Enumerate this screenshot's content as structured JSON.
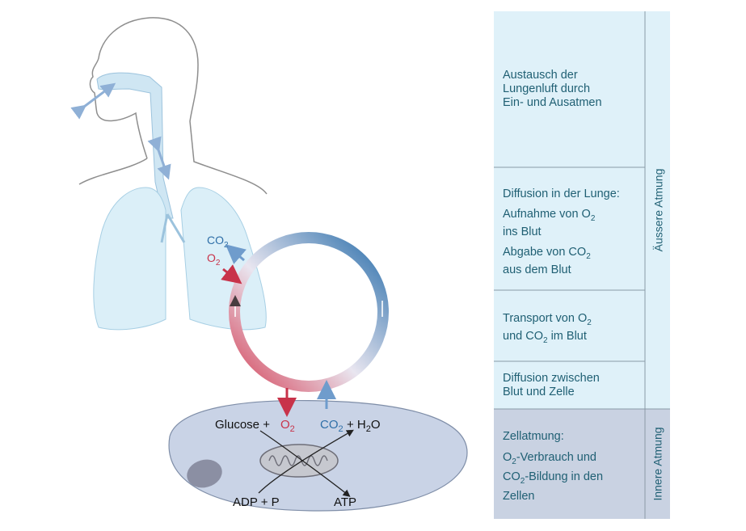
{
  "diagram": {
    "gas_labels": {
      "co2": "CO",
      "co2_sub": "2",
      "o2": "O",
      "o2_sub": "2"
    },
    "cell": {
      "glucose": "Glucose +",
      "o2": "O",
      "o2_sub": "2",
      "co2": "CO",
      "co2_sub": "2",
      "plus_h2o": "+ H",
      "h2o_sub": "2",
      "h2o_o": "O",
      "adp": "ADP + P",
      "atp": "ATP"
    }
  },
  "panel": {
    "step1": {
      "line1": "Austausch der",
      "line2": "Lungenluft durch",
      "line3": "Ein- und Ausatmen"
    },
    "step2": {
      "heading": "Diffusion in der Lunge:",
      "a_line1_pre": "Aufnahme von O",
      "a_line1_sub": "2",
      "a_line2": "ins Blut",
      "b_line1_pre": "Abgabe von CO",
      "b_line1_sub": "2",
      "b_line2": "aus dem Blut"
    },
    "step3": {
      "line1_pre": "Transport von O",
      "line1_sub": "2",
      "line2_pre": "und CO",
      "line2_sub": "2",
      "line2_post": " im Blut"
    },
    "step4": {
      "line1": "Diffusion zwischen",
      "line2": "Blut und Zelle"
    },
    "step5": {
      "line1": "Zellatmung:",
      "line2_pre": "O",
      "line2_sub": "2",
      "line2_post": "-Verbrauch und",
      "line3_pre": "CO",
      "line3_sub": "2",
      "line3_post": "-Bildung in den",
      "line4": "Zellen"
    },
    "side_outer": "Äussere Atmung",
    "side_inner": "Innere Atmung"
  },
  "colors": {
    "panel_light": "#dff1f9",
    "panel_dark": "#c9d2e2",
    "text_teal": "#1f5f73",
    "co2_blue": "#2f6fa8",
    "o2_red": "#c8334a",
    "lung_fill": "#dbeff8",
    "cell_fill": "#c9d3e6"
  }
}
